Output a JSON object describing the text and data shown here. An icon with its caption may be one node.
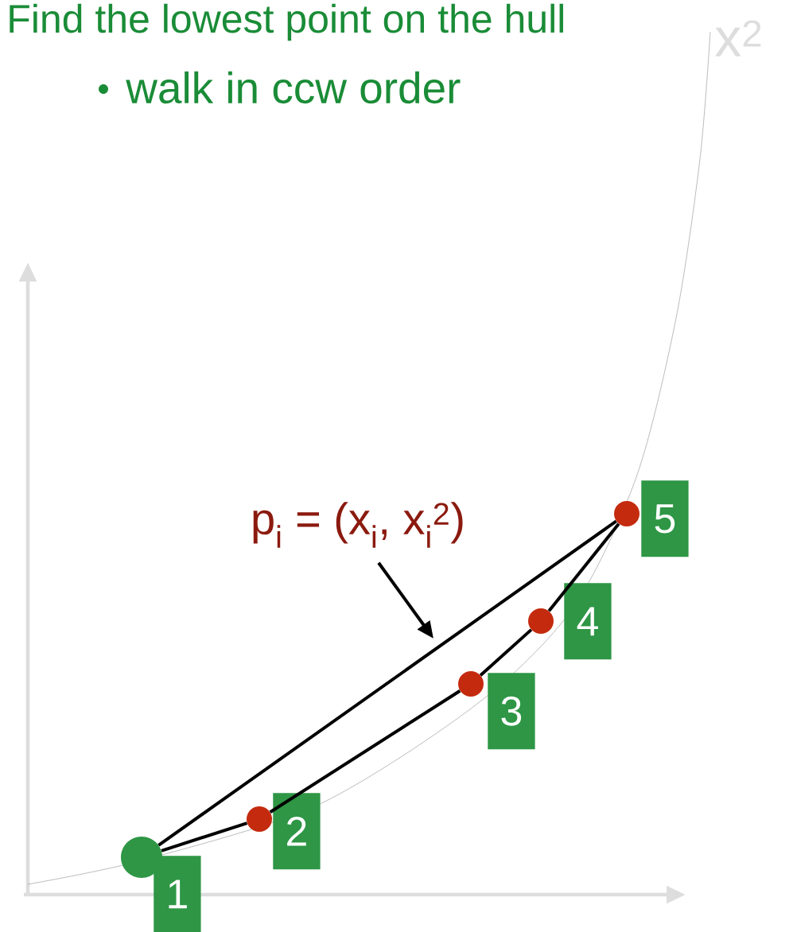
{
  "diagram": {
    "nodes": [
      {
        "text": [],
        "shape": "circle",
        "beside": [
          "1"
        ]
      },
      {
        "text": [],
        "shape": "circle",
        "beside": [
          "2"
        ]
      },
      {
        "text": [],
        "shape": "circle",
        "beside": [
          "3"
        ]
      },
      {
        "text": [],
        "shape": "circle",
        "beside": [
          "4"
        ]
      },
      {
        "text": [],
        "shape": "circle",
        "beside": [
          "5"
        ]
      },
      {
        "text": [
          "p$_{i}$ = (x$_{i}$, x$_{i}$$^{2}$)"
        ]
      }
    ],
    "edges": [
      {
        "from": 0,
        "to": 1,
        "arrow": "none"
      },
      {
        "from": 1,
        "to": 2,
        "arrow": "none"
      },
      {
        "from": 2,
        "to": 3,
        "arrow": "none"
      },
      {
        "from": 3,
        "to": 4,
        "arrow": "none"
      },
      {
        "from": 4,
        "to": 0,
        "arrow": "none"
      },
      {
        "from": 5,
        "to": null,
        "arrow": "to"
      }
    ],
    "labels": [
      "Find the lowest point on the hull",
      "walk in ccw order",
      "x$^{2}$"
    ]
  }
}
